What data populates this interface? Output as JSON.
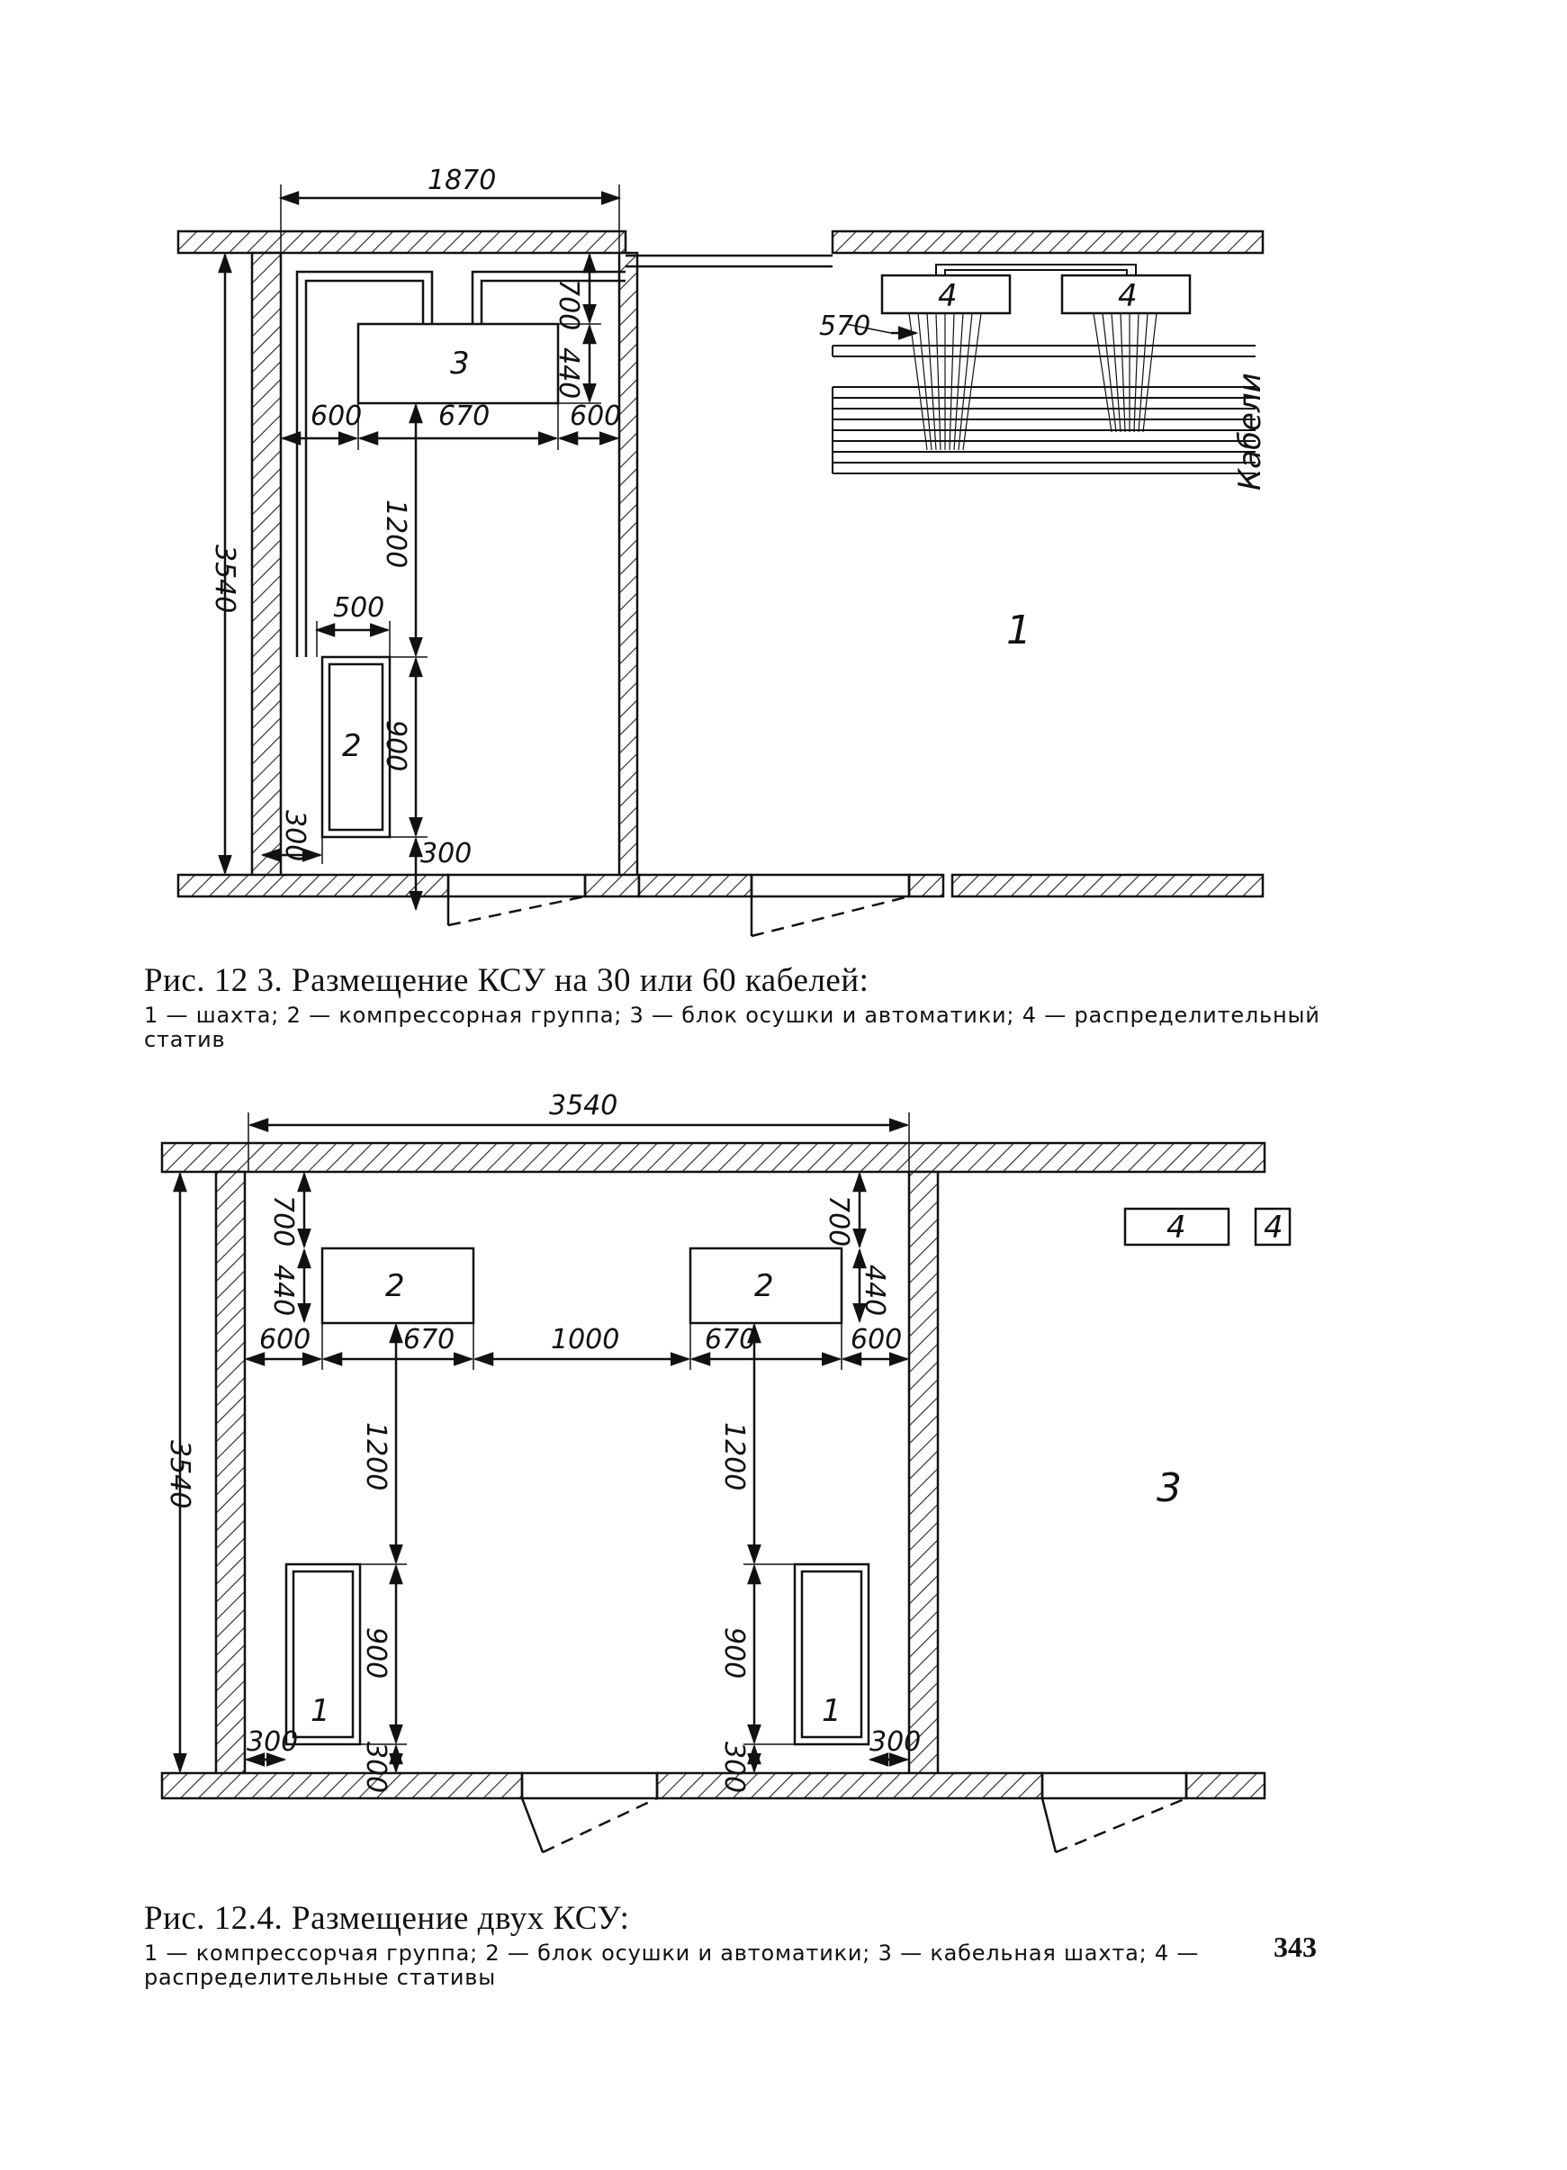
{
  "figure1": {
    "caption": "Рис. 12 3. Размещение КСУ на 30 или 60 кабелей:",
    "legend": "1 — шахта; 2 — компрессорная группа; 3 — блок осушки и автоматики; 4 — распределительный статив",
    "labels": {
      "block3": "3",
      "block2": "2",
      "shaft": "1",
      "stand4a": "4",
      "stand4b": "4",
      "cables": "Кабели"
    },
    "dimensions": {
      "width": "1870",
      "height": "3540",
      "top_gap": "700",
      "block3_height": "440",
      "left_gap": "600",
      "block3_width": "670",
      "right_gap": "600",
      "vertical_gap": "1200",
      "block2_width": "500",
      "block2_height": "900",
      "side_gap": "300",
      "bottom_gap": "300",
      "stand_offset": "570"
    }
  },
  "figure2": {
    "caption": "Рис. 12.4. Размещение двух КСУ:",
    "legend": "1 — компрессорчая группа; 2 — блок осушки и автоматики; 3 — кабельная шахта; 4 — распределительные стативы",
    "labels": {
      "block2_left": "2",
      "block2_right": "2",
      "block1_left": "1",
      "block1_right": "1",
      "shaft": "3",
      "stand4a": "4",
      "stand4b": "4"
    },
    "dimensions": {
      "width": "3540",
      "height": "3540",
      "top_gap_left": "700",
      "top_gap_right": "700",
      "block_height_left": "440",
      "block_height_right": "440",
      "left_gap": "600",
      "block_width_left": "670",
      "middle_gap": "1000",
      "block_width_right": "670",
      "right_gap": "600",
      "vertical_left": "1200",
      "vertical_right": "1200",
      "comp_height_left": "900",
      "comp_height_right": "900",
      "side_left": "300",
      "side_right": "300",
      "bottom_left": "300",
      "bottom_right": "300"
    }
  },
  "page_number": "343"
}
